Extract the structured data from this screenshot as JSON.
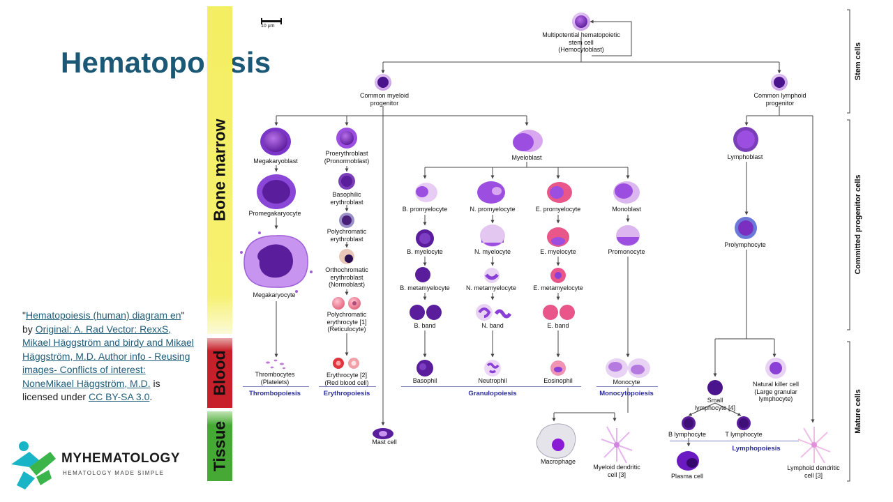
{
  "title": "Hematopoiesis",
  "attribution": {
    "q1": "\"",
    "link1": "Hematopoiesis (human) diagram en",
    "by": "\" by ",
    "link2": "Original: A. Rad Vector: RexxS, Mikael Häggström and birdy and Mikael Häggström, M.D. Author info - Reusing images- Conflicts of interest: NoneMikael Häggström, M.D.",
    "licensed": " is licensed under ",
    "link3": "CC BY-SA 3.0",
    "end": "."
  },
  "logo": {
    "name": "MYHEMATOLOGY",
    "tagline": "HEMATOLOGY MADE SIMPLE"
  },
  "bands": {
    "marrow": "Bone marrow",
    "blood": "Blood",
    "tissue": "Tissue"
  },
  "scale": "10 μm",
  "side_labels": {
    "stem": "Stem cells",
    "committed": "Committed progenitor cells",
    "mature": "Mature cells"
  },
  "cells": {
    "hsc": "Multipotential hematopoietic\nstem cell\n(Hemocytoblast)",
    "cmp": "Common myeloid\nprogenitor",
    "clp": "Common lymphoid\nprogenitor",
    "megakaryoblast": "Megakaryoblast",
    "promegakaryocyte": "Promegakaryocyte",
    "megakaryocyte": "Megakaryocyte",
    "thrombocytes": "Thrombocytes\n(Platelets)",
    "proerythroblast": "Proerythroblast\n(Pronormoblast)",
    "basophilic_ery": "Basophilic\nerythroblast",
    "polychromatic_ery": "Polychromatic\nerythroblast",
    "orthochromatic": "Orthochromatic\nerythroblast\n(Normoblast)",
    "reticulocyte": "Polychromatic\nerythrocyte [1]\n(Reticulocyte)",
    "erythrocyte": "Erythrocyte [2]\n(Red blood cell)",
    "myeloblast": "Myeloblast",
    "b_promyelocyte": "B. promyelocyte",
    "n_promyelocyte": "N. promyelocyte",
    "e_promyelocyte": "E. promyelocyte",
    "monoblast": "Monoblast",
    "b_myelocyte": "B. myelocyte",
    "n_myelocyte": "N. myelocyte",
    "e_myelocyte": "E. myelocyte",
    "promonocyte": "Promonocyte",
    "b_metamyelocyte": "B. metamyelocyte",
    "n_metamyelocyte": "N. metamyelocyte",
    "e_metamyelocyte": "E. metamyelocyte",
    "b_band": "B. band",
    "n_band": "N. band",
    "e_band": "E. band",
    "basophil": "Basophil",
    "neutrophil": "Neutrophil",
    "eosinophil": "Eosinophil",
    "monocyte": "Monocyte",
    "mast_cell": "Mast cell",
    "macrophage": "Macrophage",
    "myeloid_dc": "Myeloid dendritic\ncell [3]",
    "lymphoblast": "Lymphoblast",
    "prolymphocyte": "Prolymphocyte",
    "small_lymphocyte": "Small\nlymphocyte [4]",
    "nk_cell": "Natural killer cell\n(Large granular\nlymphocyte)",
    "b_lymphocyte": "B lymphocyte",
    "t_lymphocyte": "T lymphocyte",
    "plasma_cell": "Plasma cell",
    "lymphoid_dc": "Lymphoid dendritic\ncell [3]"
  },
  "groups": {
    "thrombopoiesis": "Thrombopoiesis",
    "erythropoiesis": "Erythropoiesis",
    "granulopoiesis": "Granulopoiesis",
    "monocytopoiesis": "Monocytopoiesis",
    "lymphopoiesis": "Lymphopoiesis"
  },
  "colors": {
    "title": "#1b5875",
    "marrow_band": "#f5f06a",
    "blood_band": "#c8202a",
    "tissue_band": "#46a835",
    "group_label": "#2a2c9c",
    "logo_teal": "#19b4c6",
    "logo_green": "#3bb54a"
  }
}
